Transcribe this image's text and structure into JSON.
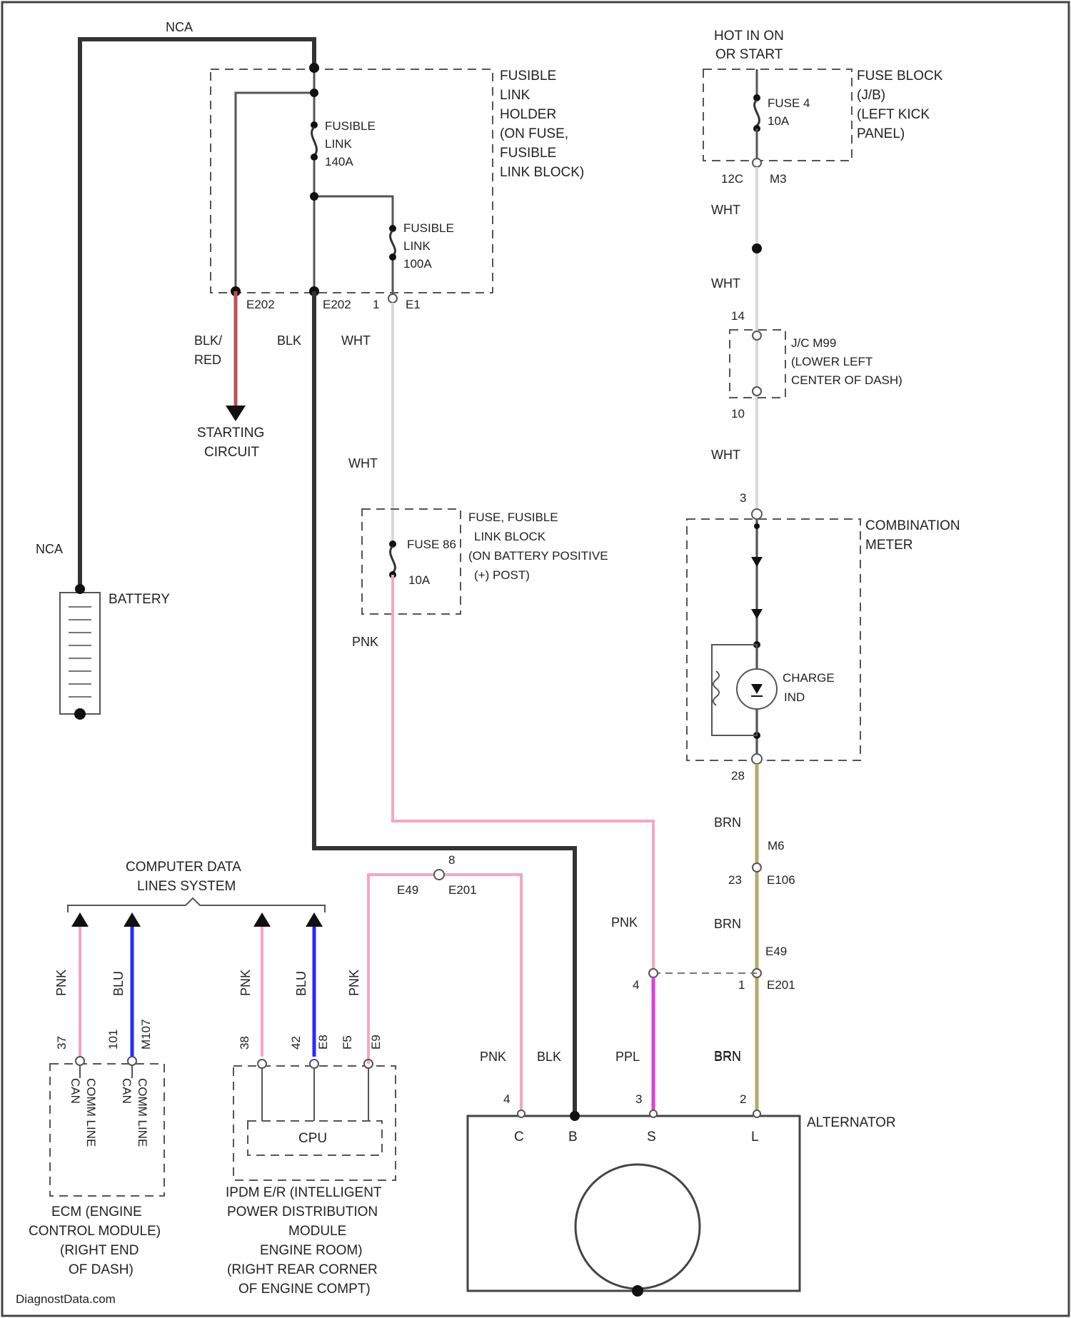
{
  "colors": {
    "black_wire": "#333333",
    "white_wire": "#d8d8d8",
    "pink_wire": "#f5a6c0",
    "blue_wire": "#2a2aff",
    "purple_wire": "#e13be0",
    "brown_wire": "#b8a86a",
    "red_wire": "#c05050"
  },
  "labels": {
    "nca_top": "NCA",
    "nca_left": "NCA",
    "battery": "BATTERY",
    "fusible_holder": [
      "FUSIBLE",
      "LINK",
      "HOLDER",
      "(ON FUSE,",
      "FUSIBLE",
      "LINK BLOCK)"
    ],
    "fusible_link_140": [
      "FUSIBLE",
      "LINK",
      "140A"
    ],
    "fusible_link_100": [
      "FUSIBLE",
      "LINK",
      "100A"
    ],
    "conn_e202_left": "E202",
    "conn_e202_right": "E202",
    "conn_e1": "E1",
    "pin_1": "1",
    "blk_red": [
      "BLK/",
      "RED"
    ],
    "blk": "BLK",
    "wht_1": "WHT",
    "starting_circuit": [
      "STARTING",
      "CIRCUIT"
    ],
    "wht_2": "WHT",
    "fuse_block_battery": [
      "FUSE, FUSIBLE",
      "LINK BLOCK",
      "(ON BATTERY POSITIVE",
      "(+) POST)"
    ],
    "fuse_86": "FUSE 86",
    "fuse_86_amp": "10A",
    "pnk_1": "PNK",
    "hot_in_on": [
      "HOT IN ON",
      "OR START"
    ],
    "fuse_block_jb": [
      "FUSE BLOCK",
      "(J/B)",
      "(LEFT KICK",
      "PANEL)"
    ],
    "fuse_4": [
      "FUSE 4",
      "10A"
    ],
    "conn_12c": "12C",
    "conn_m3": "M3",
    "wht_3": "WHT",
    "wht_4": "WHT",
    "pin_14": "14",
    "jc_m99": [
      "J/C M99",
      "(LOWER LEFT",
      "CENTER OF DASH)"
    ],
    "pin_10": "10",
    "wht_5": "WHT",
    "pin_3": "3",
    "combination_meter": [
      "COMBINATION",
      "METER"
    ],
    "charge_ind": [
      "CHARGE",
      "IND"
    ],
    "pin_28": "28",
    "brn_1": "BRN",
    "conn_m6": "M6",
    "pin_23": "23",
    "conn_e106": "E106",
    "brn_2": "BRN",
    "conn_e49": "E49",
    "conn_e201_r": "E201",
    "pin_1b": "1",
    "pin_4a": "4",
    "brn_3": "BRN",
    "pnk_2": "PNK",
    "pin_8": "8",
    "conn_e49_l": "E49",
    "conn_e201_l": "E201",
    "computer_data": [
      "COMPUTER DATA",
      "LINES SYSTEM"
    ],
    "pnk_w1": "PNK",
    "blu_w1": "BLU",
    "pnk_w2": "PNK",
    "blu_w2": "BLU",
    "pnk_w3": "PNK",
    "ecm_pins": [
      "37",
      "101",
      "M107"
    ],
    "ipdm_pins": [
      "38",
      "42",
      "E8",
      "F5",
      "E9"
    ],
    "ecm_can_h": [
      "CAN",
      "COMM LINE"
    ],
    "ecm_can_l": [
      "CAN",
      "COMM LINE"
    ],
    "cpu": "CPU",
    "ecm": [
      "ECM (ENGINE",
      "CONTROL MODULE)",
      "(RIGHT END",
      "OF DASH)"
    ],
    "ipdm": [
      "IPDM E/R (INTELLIGENT",
      "POWER DISTRIBUTION",
      "MODULE",
      "ENGINE ROOM)",
      "(RIGHT REAR CORNER",
      "OF ENGINE COMPT)"
    ],
    "pnk_alt": "PNK",
    "blk_alt": "BLK",
    "ppl_alt": "PPL",
    "brn_alt": "BRN",
    "alt_pin_4": "4",
    "alt_pin_3": "3",
    "alt_pin_2": "2",
    "alt_c": "C",
    "alt_b": "B",
    "alt_s": "S",
    "alt_l": "L",
    "alternator": "ALTERNATOR",
    "watermark": "DiagnostData.com"
  }
}
